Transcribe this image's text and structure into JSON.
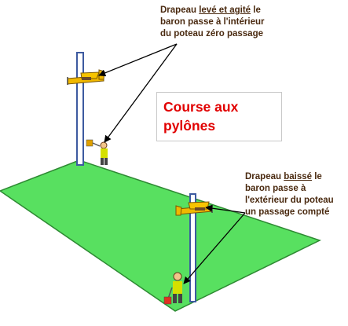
{
  "title": {
    "line1": "Course aux",
    "line2": "pylônes"
  },
  "caption_top": {
    "line1_prefix": "Drapeau ",
    "line1_emph": "levé et agité",
    "line1_suffix": " le",
    "line2": "baron passe  à l'intérieur",
    "line3": "du poteau zéro passage"
  },
  "caption_right": {
    "line1_prefix": "Drapeau ",
    "line1_emph": "baissé",
    "line1_suffix": " le",
    "line2": "baron passe  à",
    "line3": "l'extérieur du poteau",
    "line4": "un passage compté"
  },
  "colors": {
    "field": "#58e060",
    "field_edge": "#2e8a33",
    "pylon": "#3d5aa0",
    "plane": "#f0b800",
    "title_text": "#e10000",
    "caption_text": "#4a2a10"
  }
}
